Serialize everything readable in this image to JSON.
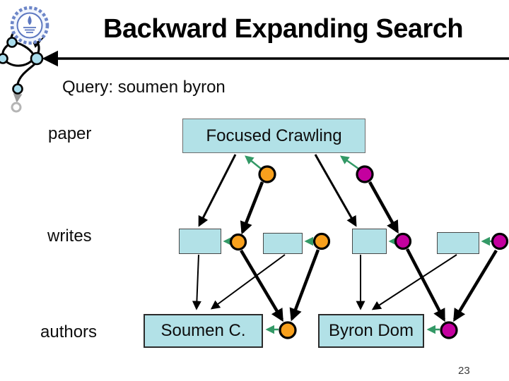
{
  "slide": {
    "title": "Backward Expanding Search",
    "query": "Query: soumen byron",
    "page_number": "23"
  },
  "row_labels": {
    "paper": "paper",
    "writes": "writes",
    "authors": "authors"
  },
  "boxes": {
    "focused_crawling": "Focused Crawling",
    "soumen": "Soumen C.",
    "byron": "Byron Dom"
  },
  "colors": {
    "box_fill": "#b2e1e7",
    "orange_node": "#f8a01d",
    "magenta_node": "#c4009f",
    "arrow_green": "#339966",
    "edge_black": "#000000",
    "node_light_blue": "#a9dcec"
  }
}
